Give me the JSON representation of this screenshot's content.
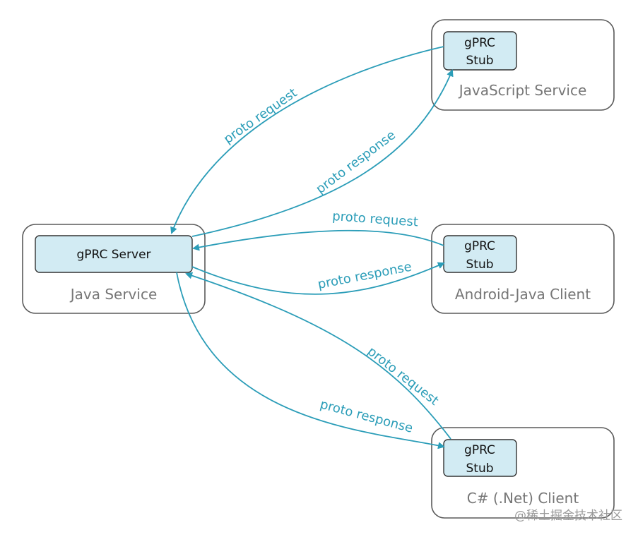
{
  "java_service": {
    "label": "Java Service",
    "server_label": "gPRC Server"
  },
  "clients": [
    {
      "label": "JavaScript Service",
      "stub_line1": "gPRC",
      "stub_line2": "Stub"
    },
    {
      "label": "Android-Java Client",
      "stub_line1": "gPRC",
      "stub_line2": "Stub"
    },
    {
      "label": "C# (.Net) Client",
      "stub_line1": "gPRC",
      "stub_line2": "Stub"
    }
  ],
  "connections": {
    "js_request": "proto request",
    "js_response": "proto response",
    "android_request": "proto request",
    "android_response": "proto response",
    "csharp_request": "proto request",
    "csharp_response": "proto response"
  },
  "colors": {
    "arrow": "#2b9db8",
    "inner_fill": "#d2ebf3"
  },
  "watermark": "@稀土掘金技术社区"
}
